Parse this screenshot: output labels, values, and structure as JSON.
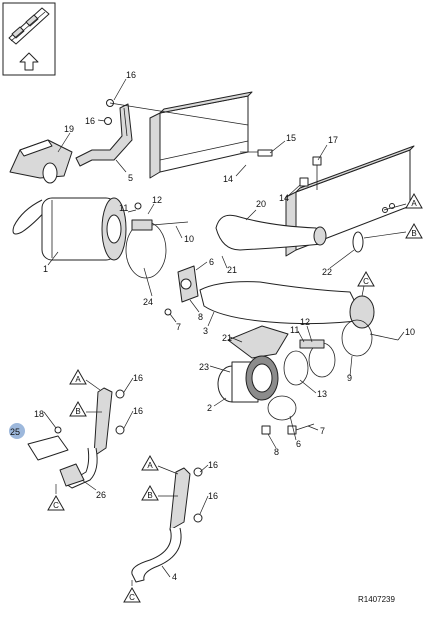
{
  "diagram": {
    "callouts": {
      "n1": "1",
      "n2": "2",
      "n3": "3",
      "n4": "4",
      "n5": "5",
      "n6a": "6",
      "n6b": "6",
      "n7a": "7",
      "n7b": "7",
      "n8a": "8",
      "n8b": "8",
      "n9": "9",
      "n10a": "10",
      "n10b": "10",
      "n11a": "11",
      "n11b": "11",
      "n12a": "12",
      "n12b": "12",
      "n13": "13",
      "n14a": "14",
      "n14b": "14",
      "n15": "15",
      "n16a": "16",
      "n16b": "16",
      "n16c": "16",
      "n16d": "16",
      "n16e": "16",
      "n16f": "16",
      "n17": "17",
      "n18": "18",
      "n19": "19",
      "n20": "20",
      "n21a": "21",
      "n21b": "21",
      "n22": "22",
      "n23": "23",
      "n24": "24",
      "n25": "25",
      "n26": "26"
    },
    "markers": {
      "upper_A": "A",
      "upper_B": "B",
      "upper_C": "C",
      "b1_A": "A",
      "b1_B": "B",
      "b1_C": "C",
      "b2_A": "A",
      "b2_B": "B",
      "b2_C": "C"
    },
    "reference_code": "R1407239",
    "highlight_color": "#9db8dc"
  }
}
